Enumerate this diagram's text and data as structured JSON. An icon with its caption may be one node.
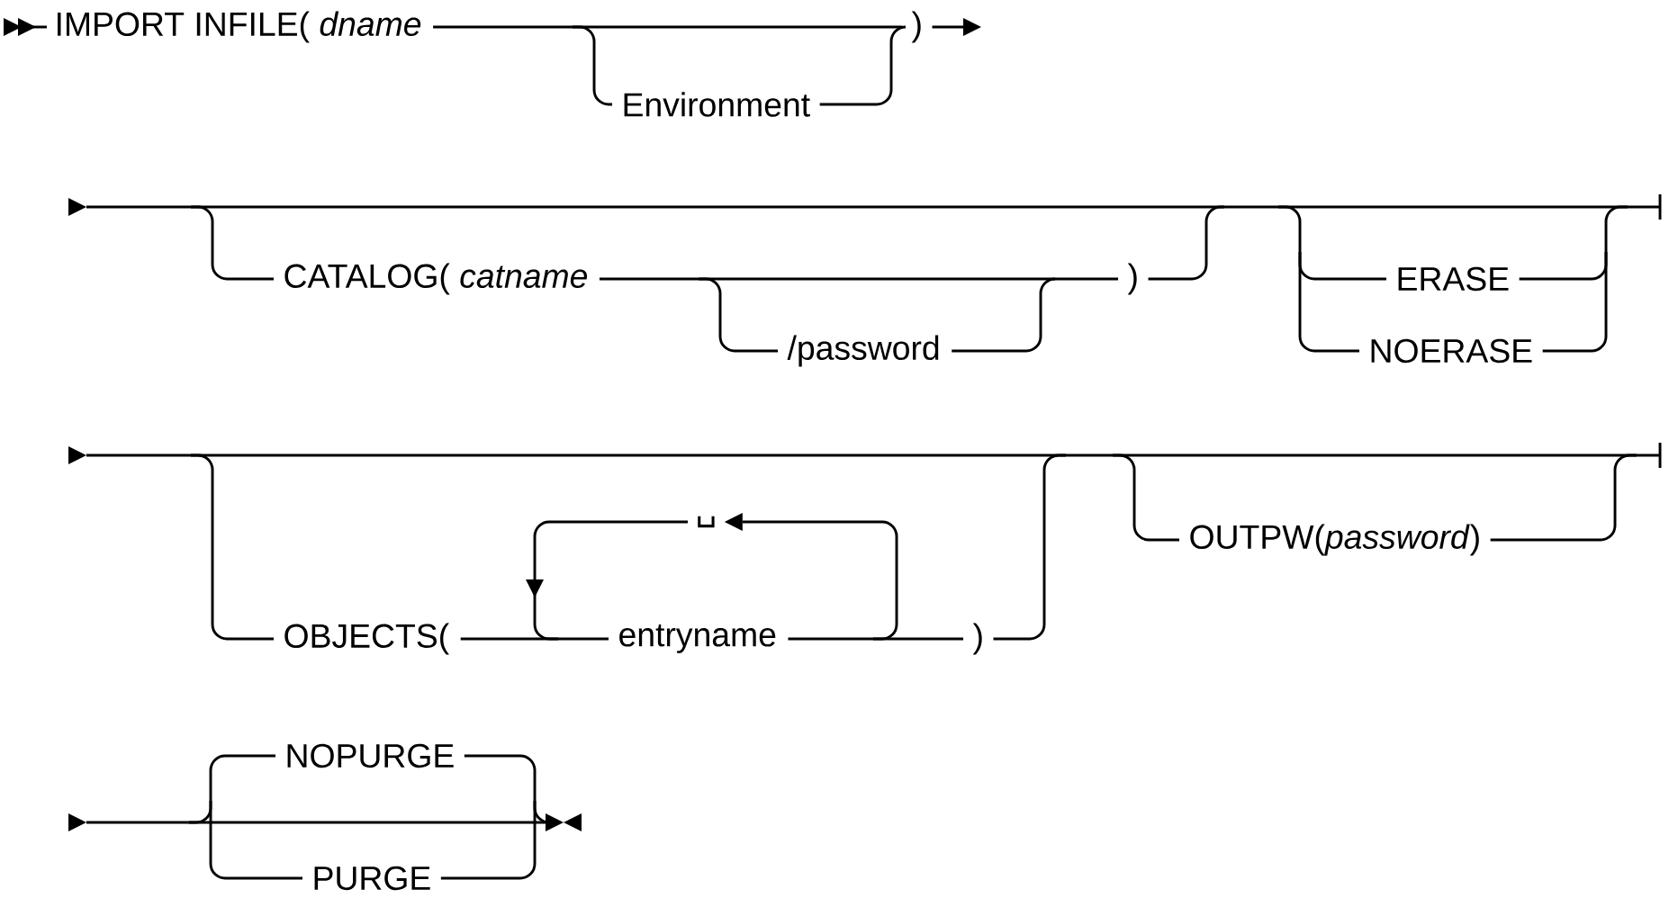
{
  "diagram": {
    "labels": [
      "IMPORT INFILE( *dname*",
      ")",
      "Environment",
      "CATALOG( *catname*",
      ")",
      "ERASE",
      "/password",
      "NOERASE",
      "␣",
      "OBJECTS(",
      "entryname",
      ")",
      "OUTPW(*password*)",
      "NOPURGE",
      "PURGE"
    ]
  }
}
